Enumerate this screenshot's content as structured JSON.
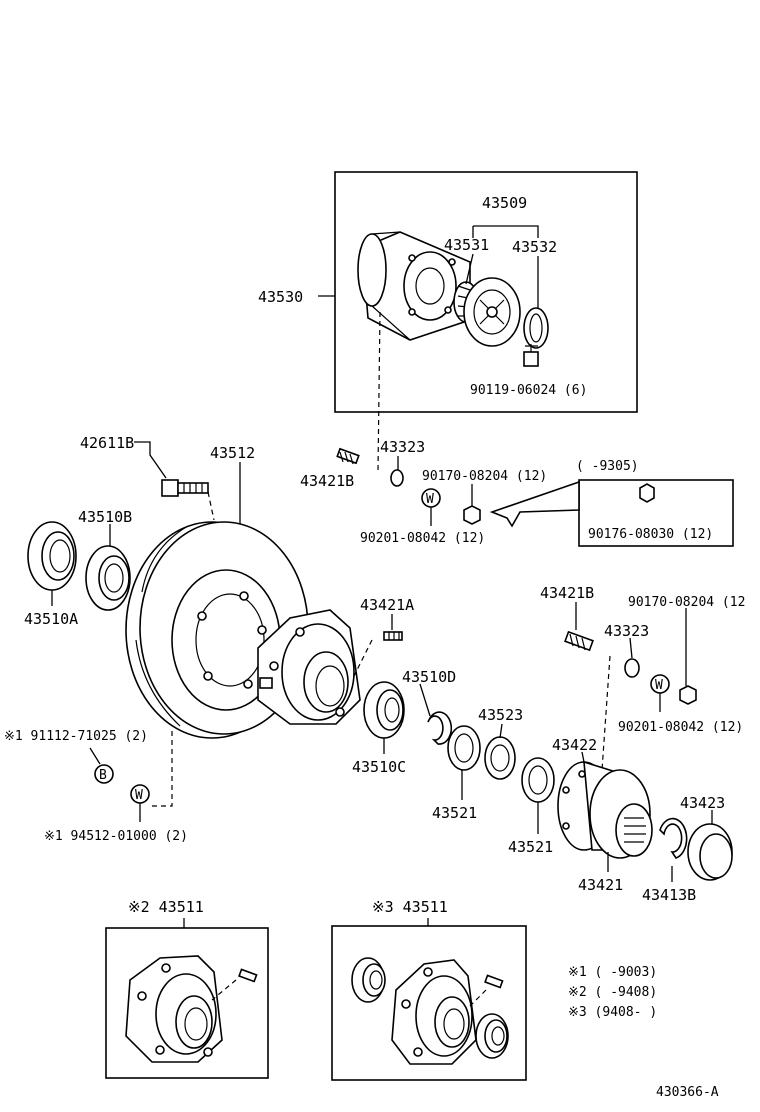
{
  "labels": {
    "p43509": "43509",
    "p43531": "43531",
    "p43532": "43532",
    "p43530": "43530",
    "p90119": "90119-06024 (6)",
    "p42611B": "42611B",
    "p43512": "43512",
    "p43323a": "43323",
    "p43421B_a": "43421B",
    "p90170a": "90170-08204 (12)",
    "p90201a": "90201-08042 (12)",
    "p9305": "(      -9305)",
    "p90176": "90176-08030 (12)",
    "p43510B": "43510B",
    "p43510A": "43510A",
    "p43421A": "43421A",
    "p43421B_b": "43421B",
    "p90170b": "90170-08204 (12",
    "p43323b": "43323",
    "p43510D": "43510D",
    "p90201b": "90201-08042 (12)",
    "p43523": "43523",
    "p43422": "43422",
    "p91112": "※1 91112-71025 (2)",
    "p43510C": "43510C",
    "p43423": "43423",
    "p43521a": "43521",
    "p43521b": "43521",
    "p94512": "※1 94512-01000 (2)",
    "p43421": "43421",
    "p43413B": "43413B",
    "s2_43511": "※2 43511",
    "s3_43511": "※3 43511",
    "note1": "※1 (      -9003)",
    "note2": "※2 (      -9408)",
    "note3": "※3 (9408-      )",
    "ref": "430366-A",
    "markB": "B",
    "markW1": "W",
    "markW2": "W",
    "markW3": "W"
  }
}
